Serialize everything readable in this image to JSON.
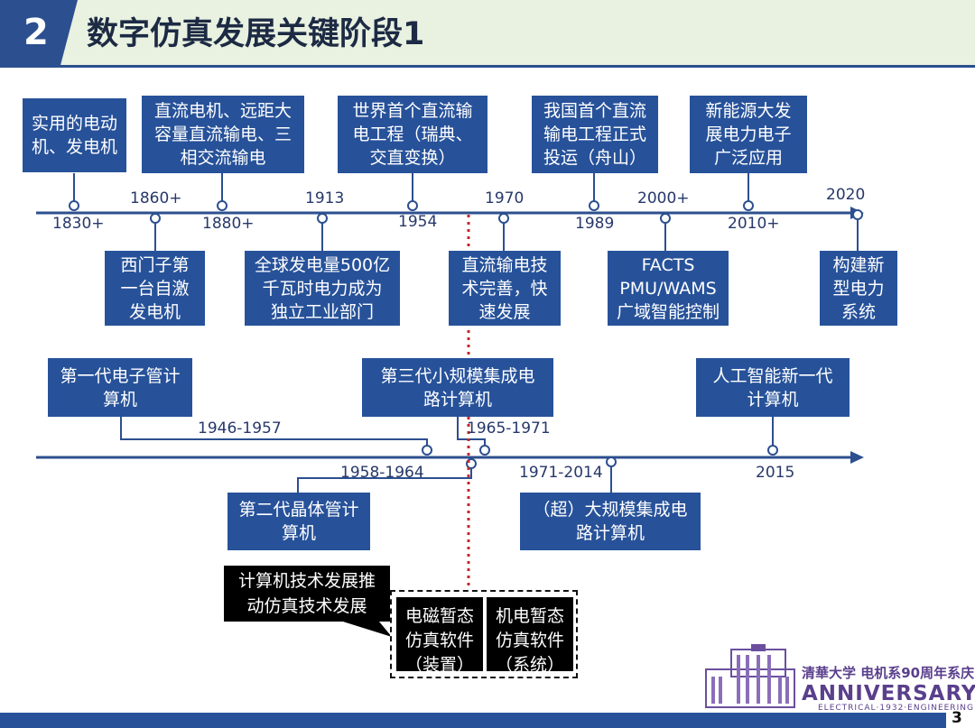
{
  "header": {
    "number": "2",
    "title": "数字仿真发展关键阶段1"
  },
  "timeline1": {
    "top_boxes": [
      "实用的电动\n机、发电机",
      "直流电机、远距大\n容量直流输电、三\n相交流输电",
      "世界首个直流输\n电工程（瑞典、\n交直变换）",
      "我国首个直流\n输电工程正式\n投运（舟山）",
      "新能源大发\n展电力电子\n广泛应用"
    ],
    "bottom_boxes": [
      "西门子第\n一台自激\n发电机",
      "全球发电量500亿\n千瓦时电力成为\n独立工业部门",
      "直流输电技\n术完善，快\n速发展",
      "FACTS\nPMU/WAMS\n广域智能控制",
      "构建新\n型电力\n系统"
    ],
    "labels": [
      "1830+",
      "1860+",
      "1880+",
      "1913",
      "1954",
      "1970",
      "1989",
      "2000+",
      "2010+",
      "2020"
    ]
  },
  "timeline2": {
    "top_boxes": [
      "第一代电子管计\n算机",
      "第三代小规模集成电\n路计算机",
      "人工智能新一代\n计算机"
    ],
    "bottom_boxes": [
      "第二代晶体管计\n算机",
      "（超）大规模集成电\n路计算机"
    ],
    "labels": [
      "1946-1957",
      "1958-1964",
      "1965-1971",
      "1971-2014",
      "2015"
    ]
  },
  "callout": {
    "text": "计算机技术发展推\n动仿真技术发展",
    "boxes": [
      "电磁暂态\n仿真软件\n（装置）",
      "机电暂态\n仿真软件\n（系统）"
    ]
  },
  "logo": {
    "line1": "清華大学 电机系90周年系庆",
    "line2": "ANNIVERSARY",
    "line3": "ELECTRICAL·1932·ENGINEERING"
  },
  "page_number": "3",
  "colors": {
    "box": "#27529a",
    "axis": "#2c4f8f",
    "accent_line": "#c0282d"
  }
}
